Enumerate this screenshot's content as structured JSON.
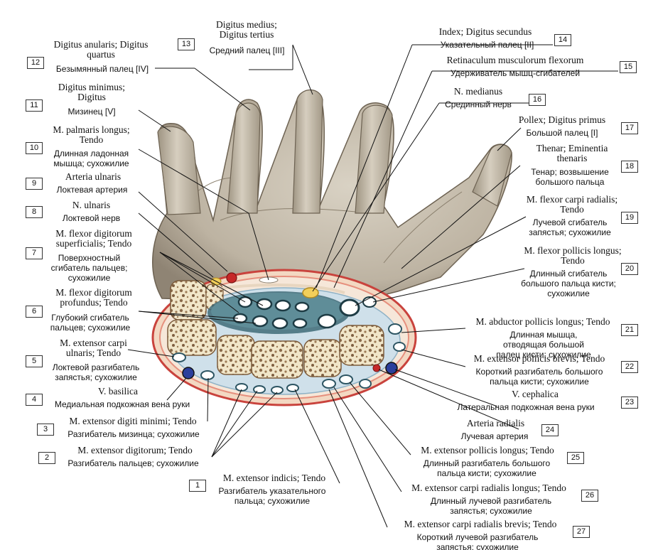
{
  "labels": [
    {
      "num": "1",
      "lat": "M. extensor indicis; Tendo",
      "rus": "Разгибатель указательного пальца; сухожилие"
    },
    {
      "num": "2",
      "lat": "M. extensor digitorum; Tendo",
      "rus": "Разгибатель пальцев; сухожилие"
    },
    {
      "num": "3",
      "lat": "M. extensor digiti minimi; Tendo",
      "rus": "Разгибатель мизинца; сухожилие"
    },
    {
      "num": "4",
      "lat": "V. basilica",
      "rus": "Медиальная подкожная вена руки"
    },
    {
      "num": "5",
      "lat": "M. extensor carpi ulnaris; Tendo",
      "rus": "Локтевой разгибатель запястья; сухожилие"
    },
    {
      "num": "6",
      "lat": "M. flexor digitorum profundus; Tendo",
      "rus": "Глубокий сгибатель пальцев; сухожилие"
    },
    {
      "num": "7",
      "lat": "M. flexor digitorum superficialis; Tendo",
      "rus": "Поверхностный сгибатель пальцев; сухожилие"
    },
    {
      "num": "8",
      "lat": "N. ulnaris",
      "rus": "Локтевой нерв"
    },
    {
      "num": "9",
      "lat": "Arteria ulnaris",
      "rus": "Локтевая артерия"
    },
    {
      "num": "10",
      "lat": "M. palmaris longus; Tendo",
      "rus": "Длинная ладонная мышца; сухожилие"
    },
    {
      "num": "11",
      "lat": "Digitus minimus; Digitus",
      "rus": "Мизинец [V]"
    },
    {
      "num": "12",
      "lat": "Digitus anularis; Digitus quartus",
      "rus": "Безымянный палец [IV]"
    },
    {
      "num": "13",
      "lat": "Digitus medius; Digitus tertius",
      "rus": "Средний палец [III]"
    },
    {
      "num": "14",
      "lat": "Index; Digitus secundus",
      "rus": "Указательный палец [II]"
    },
    {
      "num": "15",
      "lat": "Retinaculum musculorum flexorum",
      "rus": "Удерживатель мышц-сгибателей"
    },
    {
      "num": "16",
      "lat": "N. medianus",
      "rus": "Срединный нерв"
    },
    {
      "num": "17",
      "lat": "Pollex; Digitus primus",
      "rus": "Большой палец [I]"
    },
    {
      "num": "18",
      "lat": "Thenar; Eminentia thenaris",
      "rus": "Тенар; возвышение большого пальца"
    },
    {
      "num": "19",
      "lat": "M. flexor carpi radialis; Tendo",
      "rus": "Лучевой сгибатель запястья; сухожилие"
    },
    {
      "num": "20",
      "lat": "M. flexor pollicis longus; Tendo",
      "rus": "Длинный сгибатель большого пальца кисти; сухожилие"
    },
    {
      "num": "21",
      "lat": "M. abductor pollicis longus; Tendo",
      "rus": "Длинная мышца, отводящая большой палец кисти; сухожилие"
    },
    {
      "num": "22",
      "lat": "M. extensor pollicis brevis; Tendo",
      "rus": "Короткий разгибатель большого пальца кисти; сухожилие"
    },
    {
      "num": "23",
      "lat": "V. cephalica",
      "rus": "Латеральная подкожная вена руки"
    },
    {
      "num": "24",
      "lat": "Arteria radialis",
      "rus": "Лучевая артерия"
    },
    {
      "num": "25",
      "lat": "M. extensor pollicis longus; Tendo",
      "rus": "Длинный разгибатель большого пальца кисти; сухожилие"
    },
    {
      "num": "26",
      "lat": "M. extensor carpi radialis longus; Tendo",
      "rus": "Длинный лучевой разгибатель запястья; сухожилие"
    },
    {
      "num": "27",
      "lat": "M. extensor carpi radialis brevis; Tendo",
      "rus": "Короткий лучевой разгибатель запястья; сухожилие"
    }
  ]
}
